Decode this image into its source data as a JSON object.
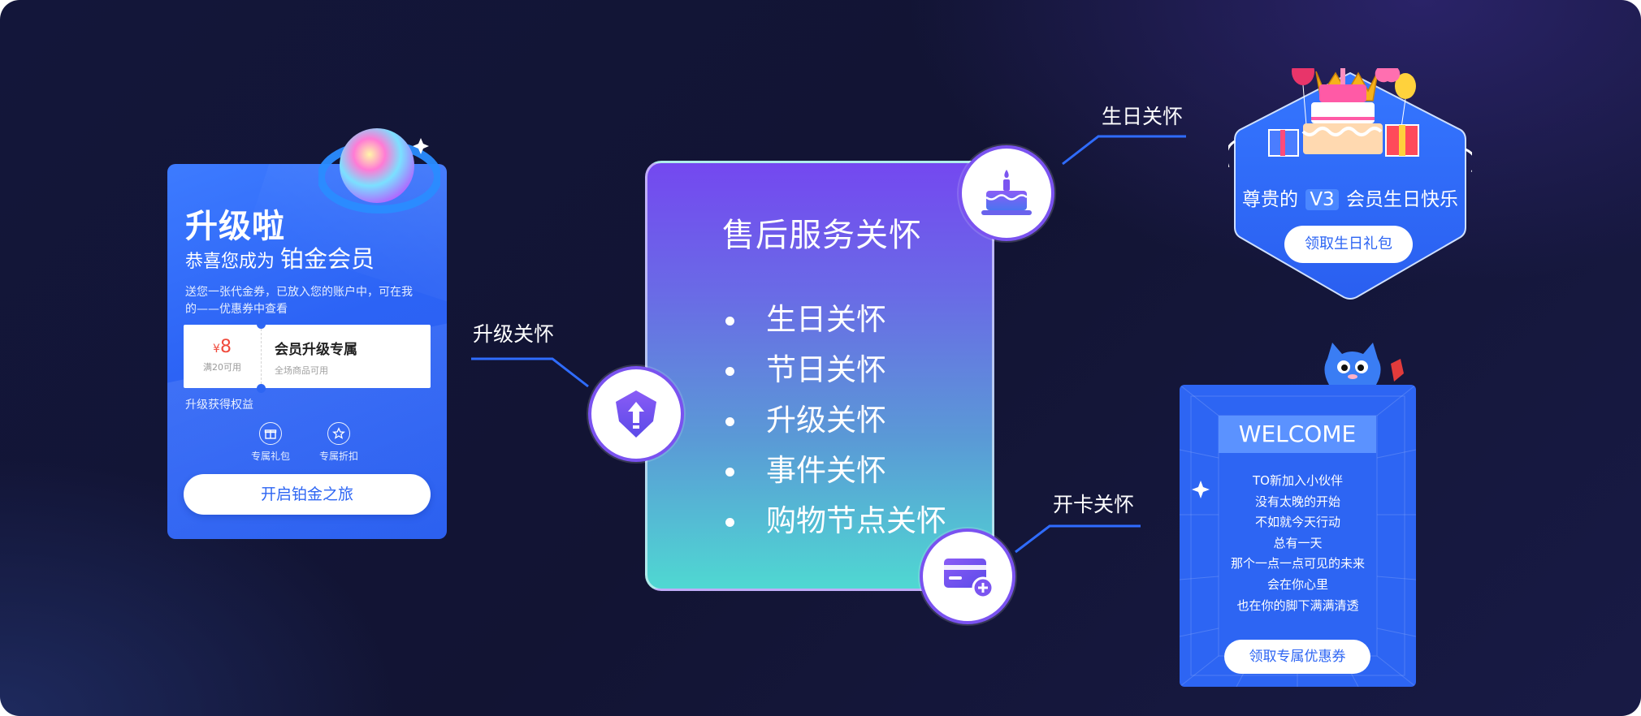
{
  "upgrade_card": {
    "title": "升级啦",
    "subtitle_prefix": "恭喜您成为",
    "subtitle_level": "铂金会员",
    "description": "送您一张代金券，已放入您的账户中，可在我的——优惠券中查看",
    "coupon": {
      "currency": "¥",
      "amount": "8",
      "condition": "满20可用",
      "name": "会员升级专属",
      "scope": "全场商品可用"
    },
    "rights_title": "升级获得权益",
    "rights": [
      {
        "icon": "gift-icon",
        "label": "专属礼包"
      },
      {
        "icon": "star-icon",
        "label": "专属折扣"
      }
    ],
    "button_label": "开启铂金之旅"
  },
  "tags": {
    "upgrade": "升级关怀",
    "birthday": "生日关怀",
    "card_open": "开卡关怀"
  },
  "center_card": {
    "title": "售后服务关怀",
    "items": [
      "生日关怀",
      "节日关怀",
      "升级关怀",
      "事件关怀",
      "购物节点关怀"
    ]
  },
  "birthday_card": {
    "text_prefix": "尊贵的",
    "badge": "V3",
    "text_suffix": "会员生日快乐",
    "button_label": "领取生日礼包"
  },
  "welcome_card": {
    "heading": "WELCOME",
    "lines": [
      "TO新加入小伙伴",
      "没有太晚的开始",
      "不如就今天行动",
      "总有一天",
      "那个一点一点可见的未来",
      "会在你心里",
      "也在你的脚下满满清透"
    ],
    "button_label": "领取专属优惠券"
  },
  "colors": {
    "background": "#13163a",
    "brand_blue": "#2d65f3",
    "purple_ring": "#7a52f0",
    "coupon_red": "#f04a3c"
  }
}
